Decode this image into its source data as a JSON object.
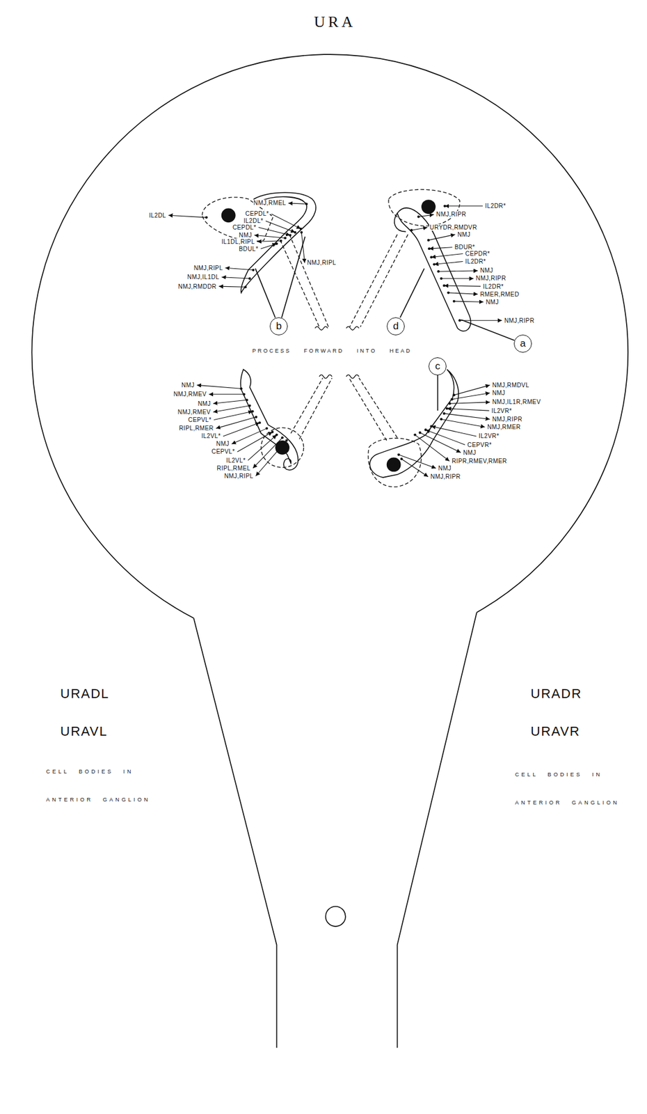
{
  "diagram": {
    "title": "URA",
    "nodes": [
      {
        "text": [
          "b"
        ]
      },
      {
        "text": [
          "d"
        ]
      },
      {
        "text": [
          "a"
        ]
      },
      {
        "text": [
          "c"
        ]
      }
    ],
    "labels": [
      "NMJ,RMEL",
      "IL2DL",
      "CEPDL*",
      "IL2DL*",
      "CEPDL*",
      "NMJ",
      "IL1DL,RIPL",
      "BDUL*",
      "NMJ,RIPL",
      "NMJ,RIPL",
      "NMJ,IL1DL",
      "NMJ,RMDDR",
      "IL2DR*",
      "NMJ,RIPR",
      "URYDR,RMDVR",
      "NMJ",
      "BDUR*",
      "CEPDR*",
      "IL2DR*",
      "NMJ",
      "NMJ,RIPR",
      "IL2DR*",
      "RMER,RMED",
      "NMJ",
      "NMJ,RIPR",
      "PROCESS FORWARD INTO HEAD",
      "NMJ",
      "NMJ,RMEV",
      "NMJ",
      "NMJ,RMEV",
      "CEPVL*",
      "RIPL,RMER",
      "IL2VL*",
      "NMJ",
      "CEPVL*",
      "IL2VL*",
      "RIPL,RMEL",
      "NMJ,RIPL",
      "NMJ,RMDVL",
      "NMJ",
      "NMJ,IL1R,RMEV",
      "IL2VR*",
      "NMJ,RIPR",
      "NMJ,RMER",
      "IL2VR*",
      "CEPVR*",
      "NMJ",
      "RIPR,RMEV,RMER",
      "NMJ",
      "NMJ,RIPR",
      "URADL",
      "URAVL",
      "CELL BODIES IN",
      "ANTERIOR GANGLION",
      "URADR",
      "URAVR",
      "CELL BODIES IN",
      "ANTERIOR GANGLION"
    ]
  }
}
